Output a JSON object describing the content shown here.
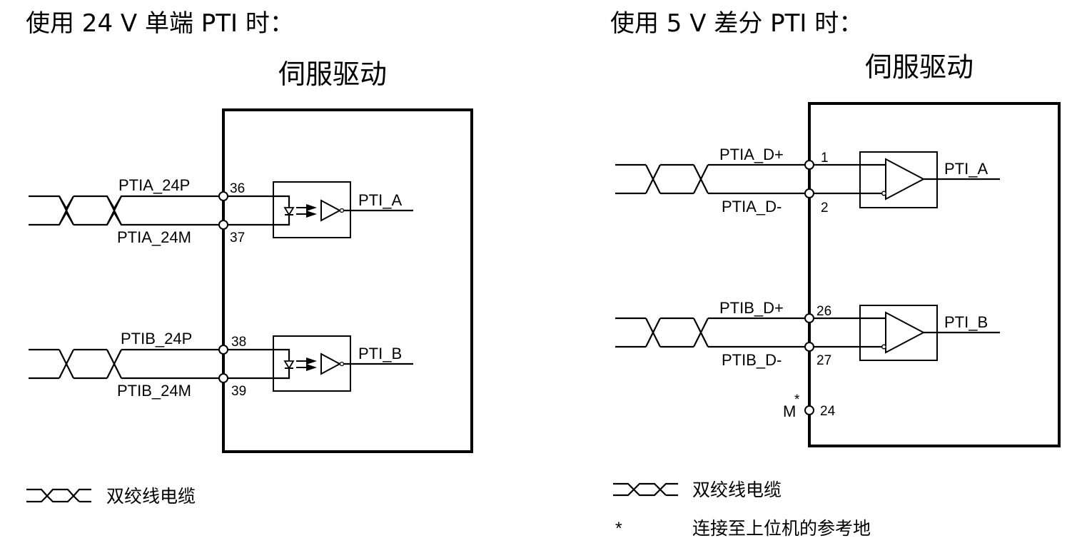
{
  "left_panel": {
    "title": "使用 24 V 单端 PTI 时：",
    "block_label": "伺服驱动",
    "channels": [
      {
        "pos_label": "PTIA_24P",
        "neg_label": "PTIA_24M",
        "pos_pin": "36",
        "neg_pin": "37",
        "output_label": "PTI_A",
        "receiver": "optocoupler"
      },
      {
        "pos_label": "PTIB_24P",
        "neg_label": "PTIB_24M",
        "pos_pin": "38",
        "neg_pin": "39",
        "output_label": "PTI_B",
        "receiver": "optocoupler"
      }
    ],
    "legend": [
      {
        "symbol": "twisted-pair-icon",
        "text": "双绞线电缆"
      }
    ]
  },
  "right_panel": {
    "title": "使用 5 V 差分 PTI 时：",
    "block_label": "伺服驱动",
    "channels": [
      {
        "pos_label": "PTIA_D+",
        "neg_label": "PTIA_D-",
        "pos_pin": "1",
        "neg_pin": "2",
        "output_label": "PTI_A",
        "receiver": "differential-amplifier"
      },
      {
        "pos_label": "PTIB_D+",
        "neg_label": "PTIB_D-",
        "pos_pin": "26",
        "neg_pin": "27",
        "output_label": "PTI_B",
        "receiver": "differential-amplifier"
      }
    ],
    "ground": {
      "label": "M",
      "mark": "*",
      "pin": "24"
    },
    "legend": [
      {
        "symbol": "twisted-pair-icon",
        "text": "双绞线电缆"
      },
      {
        "symbol": "*",
        "text": "连接至上位机的参考地"
      }
    ]
  }
}
